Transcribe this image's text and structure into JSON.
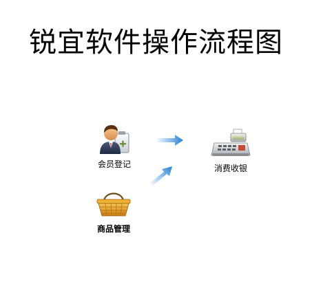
{
  "title": "锐宜软件操作流程图",
  "nodes": {
    "member": {
      "label": "会员登记",
      "icon": "member-user-icon"
    },
    "checkout": {
      "label": "消费收银",
      "icon": "cash-register-icon"
    },
    "goods": {
      "label": "商品管理",
      "icon": "shopping-basket-icon"
    }
  },
  "arrows": [
    {
      "from": "会员登记",
      "to": "消费收银"
    },
    {
      "from": "商品管理",
      "to": "消费收银"
    }
  ],
  "colors": {
    "arrow_blue": "#3a8ad6",
    "basket_orange": "#e8a21c"
  }
}
